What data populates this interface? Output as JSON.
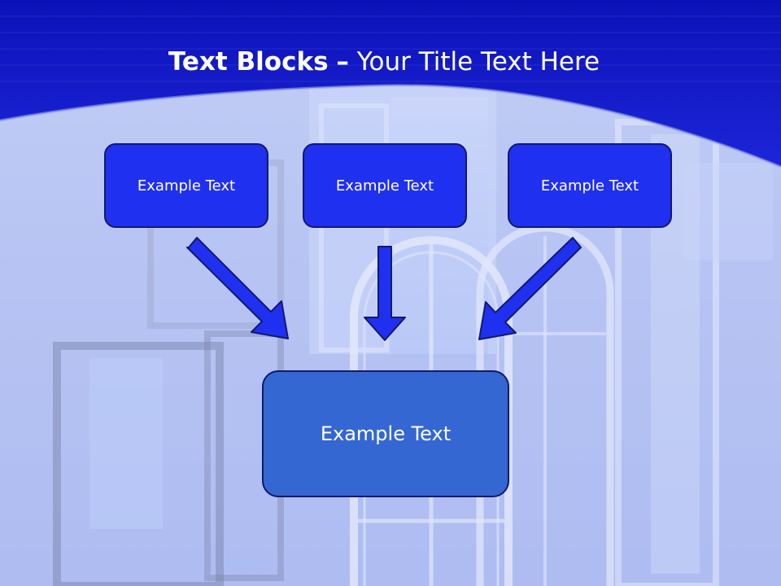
{
  "slide": {
    "title_bold": "Text Blocks",
    "title_dash": "–",
    "title_rest": "Your Title Text Here"
  },
  "blocks": {
    "top": [
      {
        "label": "Example Text"
      },
      {
        "label": "Example Text"
      },
      {
        "label": "Example Text"
      }
    ],
    "center": {
      "label": "Example Text"
    }
  },
  "colors": {
    "header_blue": "#1313c7",
    "block_fill": "#2030f0",
    "center_fill": "#3567d2",
    "arrow_fill": "#2030f0"
  }
}
